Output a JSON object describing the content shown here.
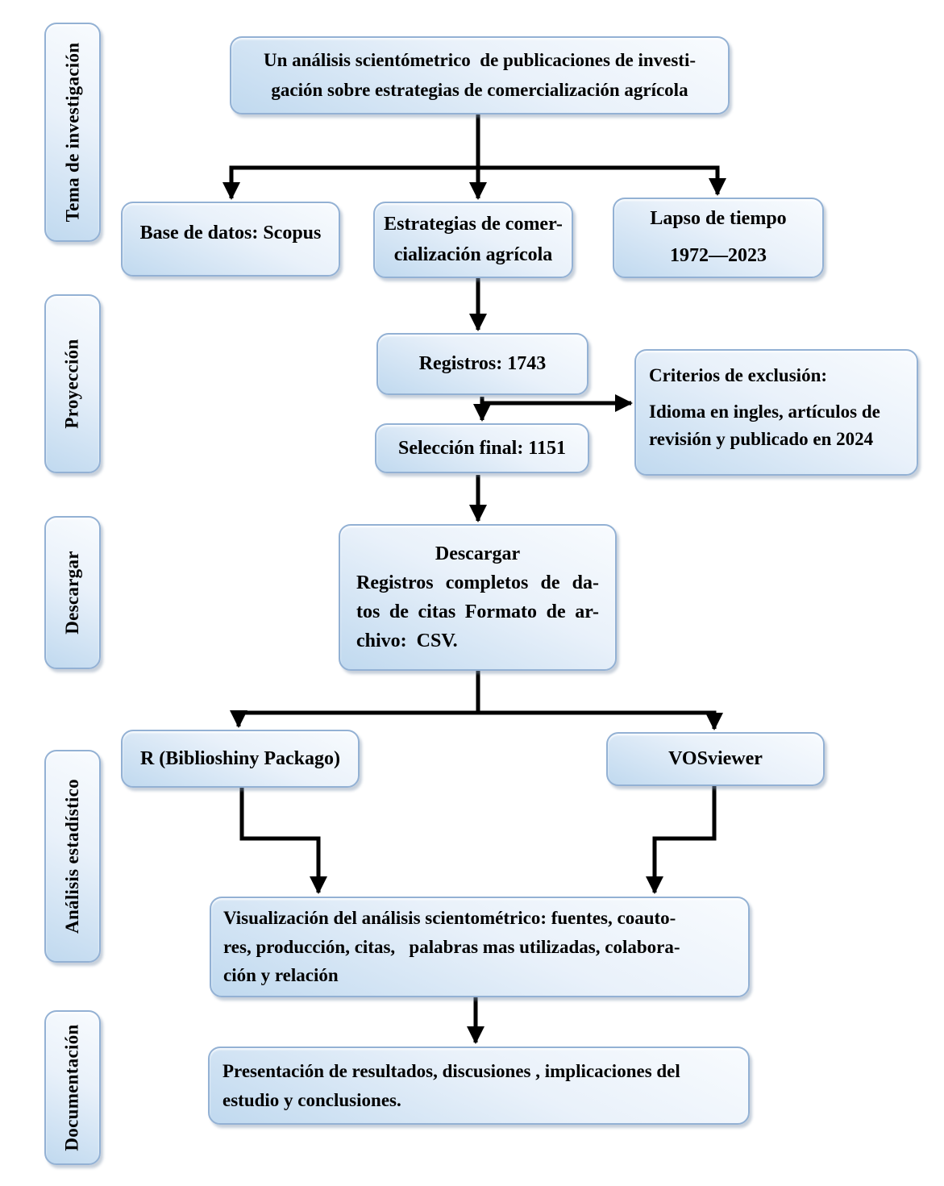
{
  "diagram": {
    "language": "es",
    "accent_fill_light": "#f8fbfe",
    "accent_fill_dark": "#c0d9ef",
    "box_border_color": "#93b1d4",
    "arrow_color": "#000000"
  },
  "stages": [
    "Tema de investigación",
    "Proyección",
    "Descargar",
    "Análisis estadístico",
    "Documentación"
  ],
  "nodes": {
    "title": {
      "lines": [
        "Un análisis scientómetrico  de publicaciones de investi-",
        "gación sobre estrategias de comercialización agrícola"
      ]
    },
    "database": {
      "label": "Base de datos: Scopus"
    },
    "strategy": {
      "lines": [
        "Estrategias de comer-",
        "cialización agrícola"
      ]
    },
    "timespan": {
      "lines": [
        "Lapso de tiempo",
        "1972—2023"
      ]
    },
    "records": {
      "label": "Registros: 1743"
    },
    "exclusion": {
      "heading": "Criterios de exclusión:",
      "lines": [
        "Idioma en ingles, artículos de",
        "revisión y publicado en 2024"
      ]
    },
    "final_selection": {
      "label": "Selección final: 1151"
    },
    "download": {
      "heading": "Descargar",
      "lines": [
        "Registros completos de da-",
        "tos de citas Formato de ar-",
        "chivo:  CSV."
      ]
    },
    "tool_r": {
      "label": "R (Biblioshiny Packago)"
    },
    "tool_vos": {
      "label": "VOSviewer"
    },
    "visualization": {
      "lines": [
        "Visualización del análisis scientométrico: fuentes, coauto-",
        "res, producción, citas,   palabras mas utilizadas, colabora-",
        "ción y relación"
      ]
    },
    "reporting": {
      "lines": [
        "Presentación de resultados, discusiones , implicaciones del",
        "estudio y conclusiones."
      ]
    }
  }
}
